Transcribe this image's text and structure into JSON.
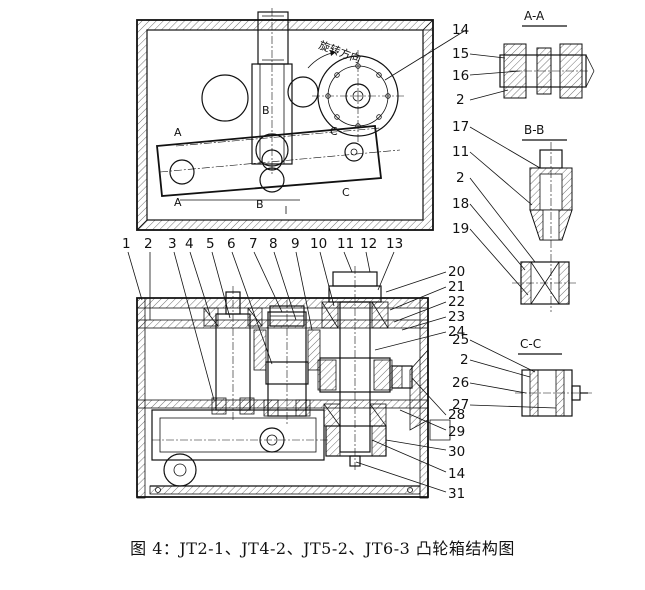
{
  "caption": "图 4：JT2-1、JT4-2、JT5-2、JT6-3 凸轮箱结构图",
  "section_titles": {
    "aa": "A-A",
    "bb": "B-B",
    "cc": "C-C"
  },
  "top_view_labels": {
    "a1": "A",
    "a2": "A",
    "b1": "B",
    "b2": "B",
    "c1": "C",
    "c2": "C",
    "rotation": "旋转方向"
  },
  "part_numbers": {
    "left_row": [
      "1",
      "2",
      "3",
      "4",
      "5",
      "6",
      "7",
      "8",
      "9",
      "10",
      "11",
      "12",
      "13"
    ],
    "right_stack": [
      "20",
      "21",
      "22",
      "23",
      "24",
      "25",
      "2",
      "26",
      "27",
      "28",
      "29",
      "30",
      "14",
      "31"
    ],
    "aa": [
      "14",
      "15",
      "16",
      "2"
    ],
    "bb": [
      "17",
      "11",
      "2",
      "18",
      "19"
    ]
  }
}
